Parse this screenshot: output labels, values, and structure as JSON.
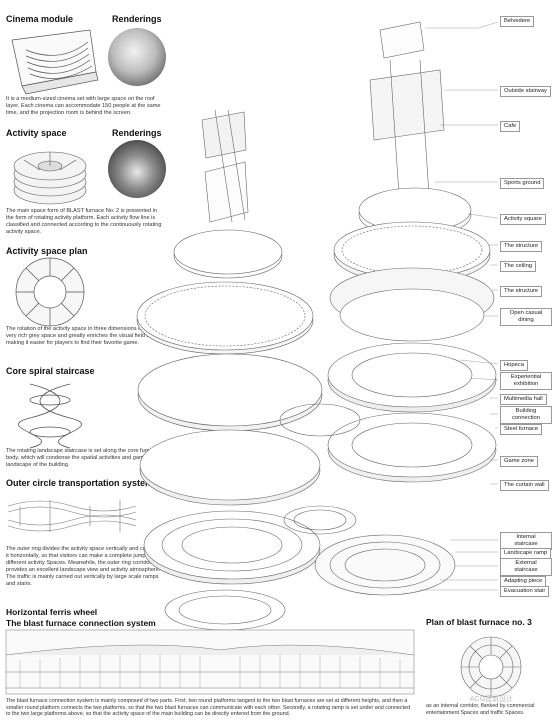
{
  "left": {
    "cinema": {
      "title": "Cinema module",
      "desc": "It is a medium-sized cinema set with large space on the roof layer. Each cinema can accommodate 150 people at the same time, and the projection room is behind the screen."
    },
    "renderings_1": "Renderings",
    "activity": {
      "title": "Activity space",
      "desc": "The main space form of BLAST furnace No. 2 is presented in the form of rotating activity platform. Each activity flow line is classified and connected according to the continuously rotating activity space."
    },
    "renderings_2": "Renderings",
    "plan": {
      "title": "Activity space plan",
      "desc": "The rotation of the activity space in three dimensions creates a very rich grey space and greatly enriches the visual field space, making it easier for players to find their favorite game."
    },
    "spiral": {
      "title": "Core spiral staircase",
      "desc": "The rotating landscape staircase is set along the core furnace body, which will condense the spatial activities and game landscape of the building."
    },
    "outer": {
      "title": "Outer circle transportation system",
      "desc": "The outer ring divides the activity space vertically and connects it horizontally, so that visitors can make a complete jump in different activity Spaces. Meanwhile, the outer ring corridor provides an excellent landscape view and activity atmosphere. The traffic is mainly carried out vertically by large scale ramps and stairs."
    }
  },
  "labels": [
    "Belvedere",
    "Outside stairway",
    "Cafe",
    "Sports ground",
    "Activity square",
    "The structure",
    "The ceiling",
    "The structure",
    "Open casual dining",
    "Hopeca",
    "Experiential exhibition",
    "Multimedia hall",
    "Building connection",
    "Steel furnace",
    "Game zone",
    "The curtain wall",
    "Internal staircase",
    "Landscape ramp",
    "External staircase",
    "Adapting piece",
    "Evacuation stair"
  ],
  "bottom": {
    "ferris": "Horizontal ferris wheel",
    "connection_title": "The blast furnace connection system",
    "plan_title": "Plan of blast furnace no. 3",
    "desc": "The blast furnace connection system is mainly composed of two parts. First, two round platforms tangent to the two blast furnaces are set at different heights, and then a smaller round platform connects the two platforms, so that the two blast furnaces can communicate with each other. Secondly, a rotating ramp is set under and connected to the two large platforms above, so that the activity space of the main building can be directly entered from the ground.",
    "side_desc": "as an internal corridor, flanked by commercial entertainment Spaces and traffic Spaces.",
    "watermark": "ACG建筑设计"
  }
}
